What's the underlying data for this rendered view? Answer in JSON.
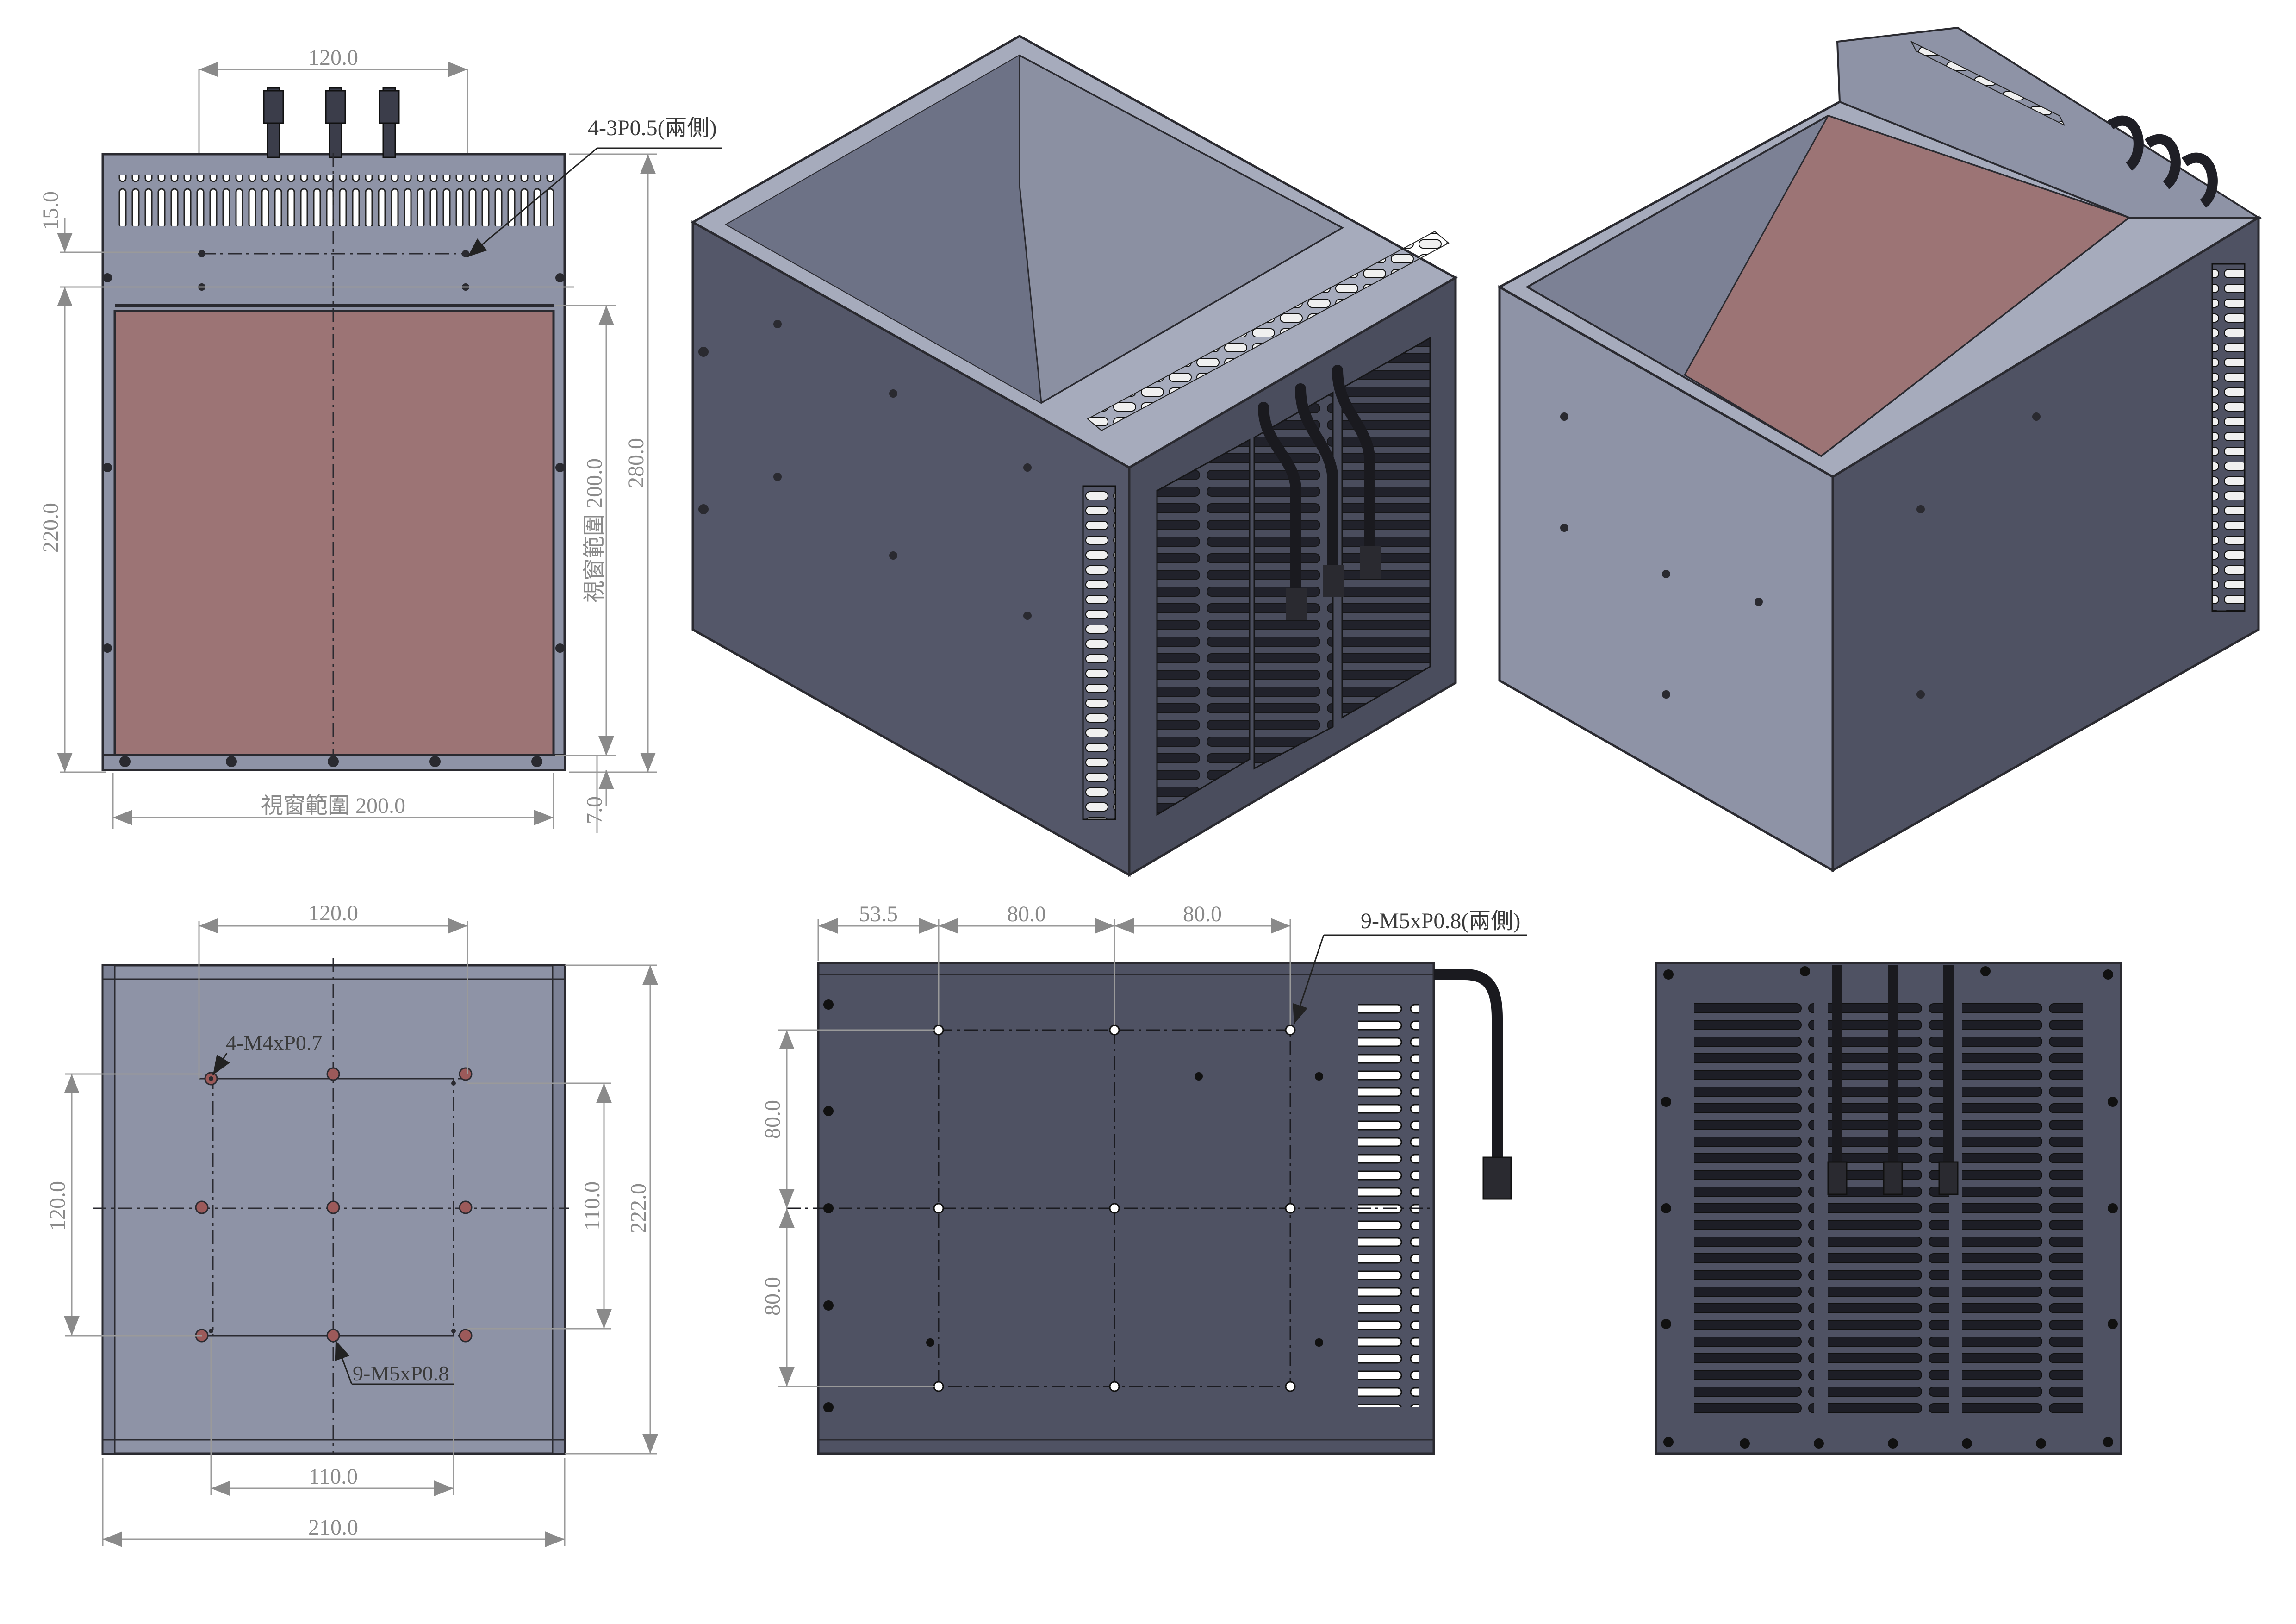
{
  "colors": {
    "panel_light": "#8e93a6",
    "panel_dark": "#4f5263",
    "panel_darker": "#3b3d4a",
    "window_fill": "#9c7475",
    "outline": "#2a2a30",
    "dimension_line": "#9a9a9a"
  },
  "top_left_view": {
    "dim_top": "120.0",
    "dim_left_small": "15.0",
    "dim_left_tall": "220.0",
    "dim_right_inner": "視窗範圍 200.0",
    "dim_right_outer": "280.0",
    "dim_bottom_right": "7.0",
    "dim_bottom": "視窗範圍 200.0",
    "callout": "4-3P0.5(兩側)"
  },
  "bottom_left_view": {
    "dim_top": "120.0",
    "callout_upper": "4-M4xP0.7",
    "dim_left": "120.0",
    "dim_right_inner": "110.0",
    "dim_right_outer": "222.0",
    "callout_lower": "9-M5xP0.8",
    "dim_bottom_inner": "110.0",
    "dim_bottom_outer": "210.0"
  },
  "bottom_middle_view": {
    "dim_top_1": "53.5",
    "dim_top_2": "80.0",
    "dim_top_3": "80.0",
    "callout": "9-M5xP0.8(兩側)",
    "dim_left_upper": "80.0",
    "dim_left_lower": "80.0"
  },
  "icons": {
    "iso_view_a": "isometric-box-open-top-icon",
    "iso_view_b": "isometric-box-window-icon",
    "rear_view": "fan-grille-icon"
  }
}
